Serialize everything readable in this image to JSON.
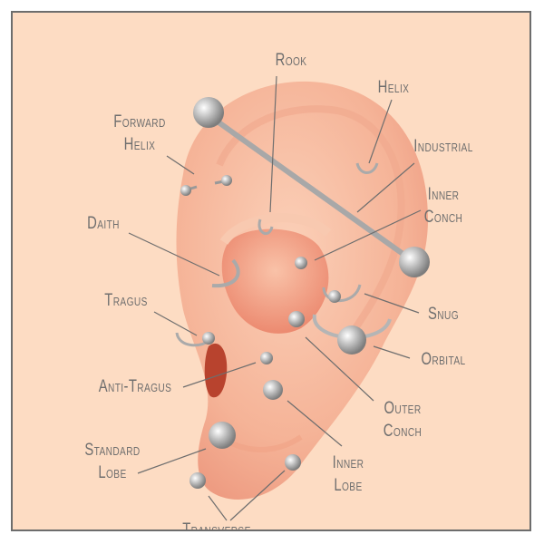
{
  "title": "Ear Piercing Chart",
  "labels": {
    "rook": "Rook",
    "helix": "Helix",
    "forward_helix": [
      "Forward",
      "Helix"
    ],
    "industrial": "Industrial",
    "inner_conch": [
      "Inner",
      "Conch"
    ],
    "daith": "Daith",
    "tragus": "Tragus",
    "snug": "Snug",
    "orbital": "Orbital",
    "anti_tragus": "Anti-Tragus",
    "outer_conch": [
      "Outer",
      "Conch"
    ],
    "standard_lobe": [
      "Standard",
      "Lobe"
    ],
    "inner_lobe": [
      "Inner",
      "Lobe"
    ],
    "transverse": "Transverse"
  },
  "colors": {
    "background": "#fddcc3",
    "skin": "#f6b99c",
    "text": "#6e6e6e",
    "metal": "#b8b8b8"
  }
}
